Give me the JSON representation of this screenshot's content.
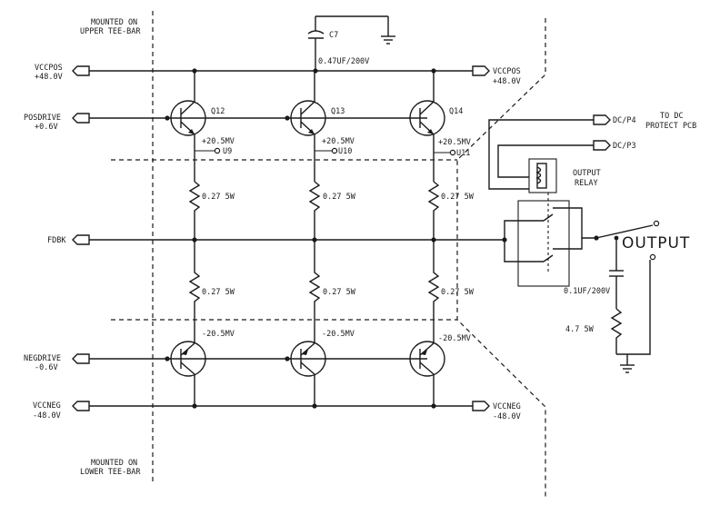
{
  "notes": {
    "upper": [
      "MOUNTED ON",
      "UPPER TEE-BAR"
    ],
    "lower": [
      "MOUNTED ON",
      "LOWER TEE-BAR"
    ]
  },
  "capacitor_c7": {
    "ref": "C7",
    "value": "0.47UF/200V"
  },
  "ports": {
    "vccpos_left": [
      "VCCPOS",
      "+48.0V"
    ],
    "vccpos_right": [
      "VCCPOS",
      "+48.0V"
    ],
    "posdrive": [
      "POSDRIVE",
      "+0.6V"
    ],
    "fdbk": [
      "FDBK"
    ],
    "negdrive": [
      "NEGDRIVE",
      "-0.6V"
    ],
    "vccneg_left": [
      "VCCNEG",
      "-48.0V"
    ],
    "vccneg_right": [
      "VCCNEG",
      "-48.0V"
    ],
    "dc_p4": "DC/P4",
    "dc_p3": "DC/P3"
  },
  "protect_label": [
    "TO DC",
    "PROTECT PCB"
  ],
  "transistors": {
    "upper": [
      {
        "ref": "Q12",
        "voltage": "+20.5MV",
        "test_point": "U9"
      },
      {
        "ref": "Q13",
        "voltage": "+20.5MV",
        "test_point": "U10"
      },
      {
        "ref": "Q14",
        "voltage": "+20.5MV",
        "test_point": "U11"
      }
    ],
    "lower": [
      {
        "voltage": "-20.5MV"
      },
      {
        "voltage": "-20.5MV"
      },
      {
        "voltage": "-20.5MV"
      }
    ]
  },
  "resistors": {
    "upper": [
      "0.27 5W",
      "0.27 5W",
      "0.27 5W"
    ],
    "lower": [
      "0.27 5W",
      "0.27 5W",
      "0.27 5W"
    ]
  },
  "relay": [
    "OUTPUT",
    "RELAY"
  ],
  "output_cap": "0.1UF/200V",
  "output_res": "4.7 5W",
  "output_label": "OUTPUT"
}
